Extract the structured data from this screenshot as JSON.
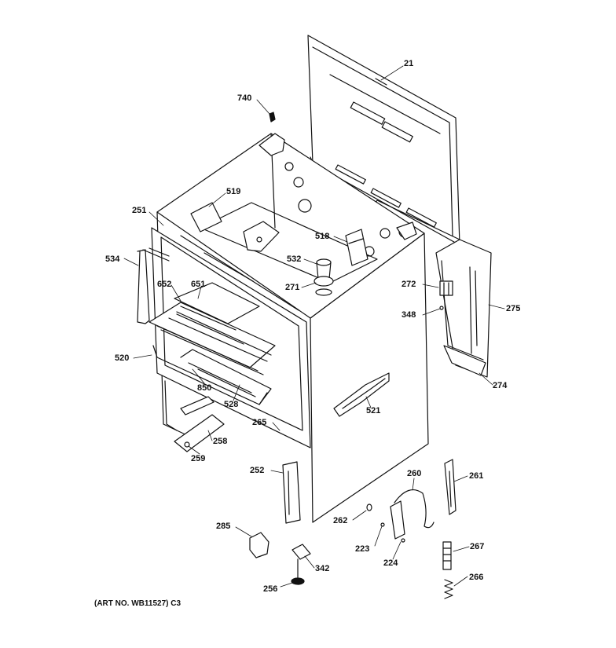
{
  "callouts": {
    "p21": "21",
    "p740": "740",
    "p519": "519",
    "p251": "251",
    "p534": "534",
    "p518": "518",
    "p532": "532",
    "p652": "652",
    "p651": "651",
    "p271": "271",
    "p272": "272",
    "p275": "275",
    "p348": "348",
    "p520": "520",
    "p274": "274",
    "p850": "850",
    "p528": "528",
    "p521": "521",
    "p265": "265",
    "p258": "258",
    "p259": "259",
    "p252": "252",
    "p260": "260",
    "p261": "261",
    "p262": "262",
    "p285": "285",
    "p223": "223",
    "p224": "224",
    "p267": "267",
    "p342": "342",
    "p256": "256",
    "p266": "266"
  },
  "art_number": "(ART NO. WB11527) C3"
}
